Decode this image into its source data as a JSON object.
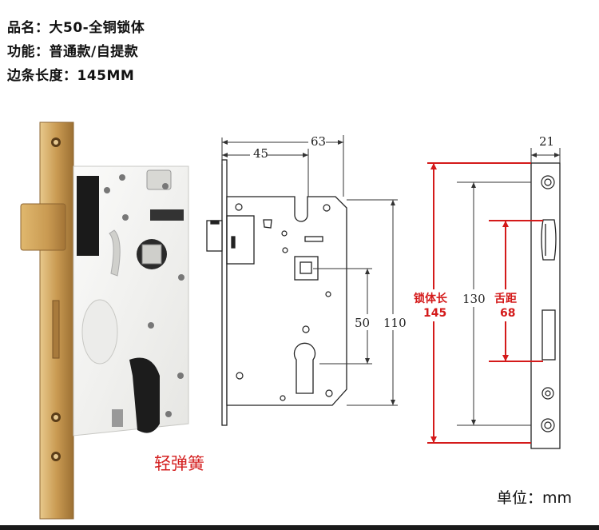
{
  "specs": {
    "name": "品名：大50-全铜锁体",
    "function": "功能：普通款/自提款",
    "side_length": "边条长度：145MM"
  },
  "side_view": {
    "dim_45": "45",
    "dim_63": "63",
    "dim_50": "50",
    "dim_110": "110"
  },
  "face_view": {
    "dim_21": "21",
    "dim_130": "130",
    "body_length_label": "锁体长",
    "body_length_value": "145",
    "tongue_label": "舌距",
    "tongue_value": "68"
  },
  "spring_label": "轻弹簧",
  "unit_label": "单位：mm",
  "colors": {
    "accent_red": "#d41a1a",
    "brass": "#c99a52",
    "plate": "#f4f4f2",
    "line": "#222222"
  }
}
